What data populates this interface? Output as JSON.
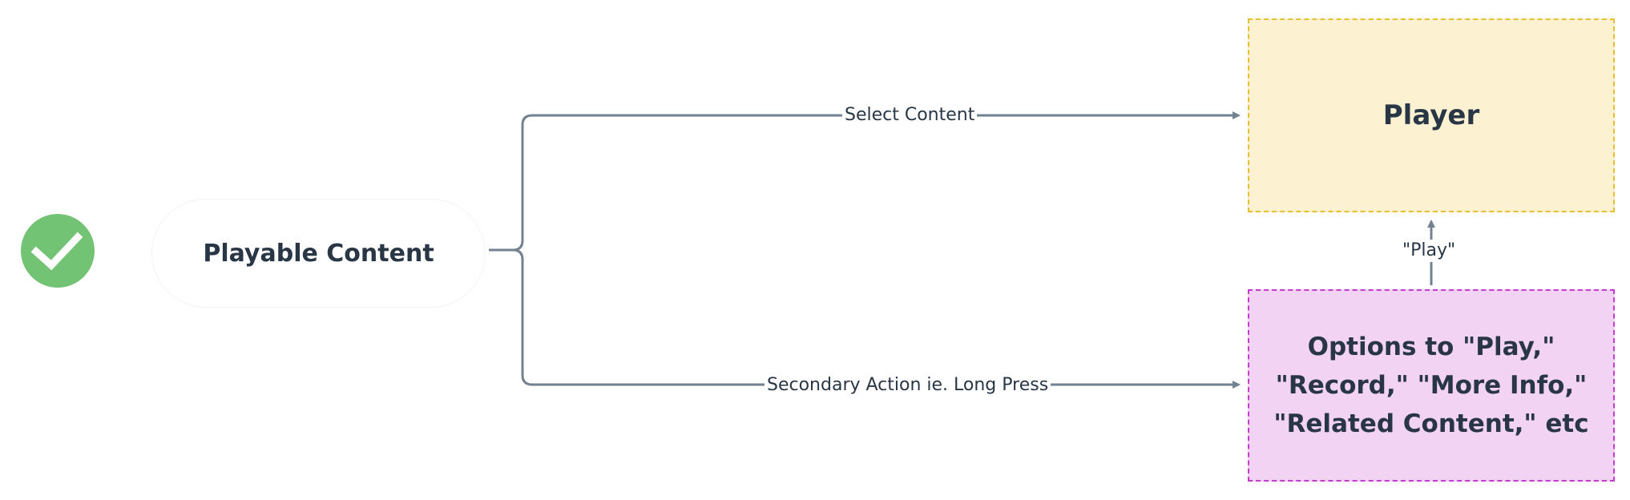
{
  "nodes": {
    "source": {
      "label": "Playable Content"
    },
    "player": {
      "label": "Player"
    },
    "options": {
      "label": "Options to \"Play,\" \"Record,\" \"More Info,\" \"Related Content,\" etc"
    }
  },
  "edges": {
    "select": {
      "label": "Select Content"
    },
    "secondary": {
      "label": "Secondary Action ie. Long Press"
    },
    "play": {
      "label": "\"Play\""
    }
  },
  "icons": {
    "status": "checkmark-icon"
  },
  "colors": {
    "check": "#73c375",
    "connector": "#738290",
    "player_fill": "#fcf1d1",
    "player_border": "#e8c02f",
    "options_fill": "#f2d3f4",
    "options_border": "#c43bd0",
    "text": "#283645"
  }
}
